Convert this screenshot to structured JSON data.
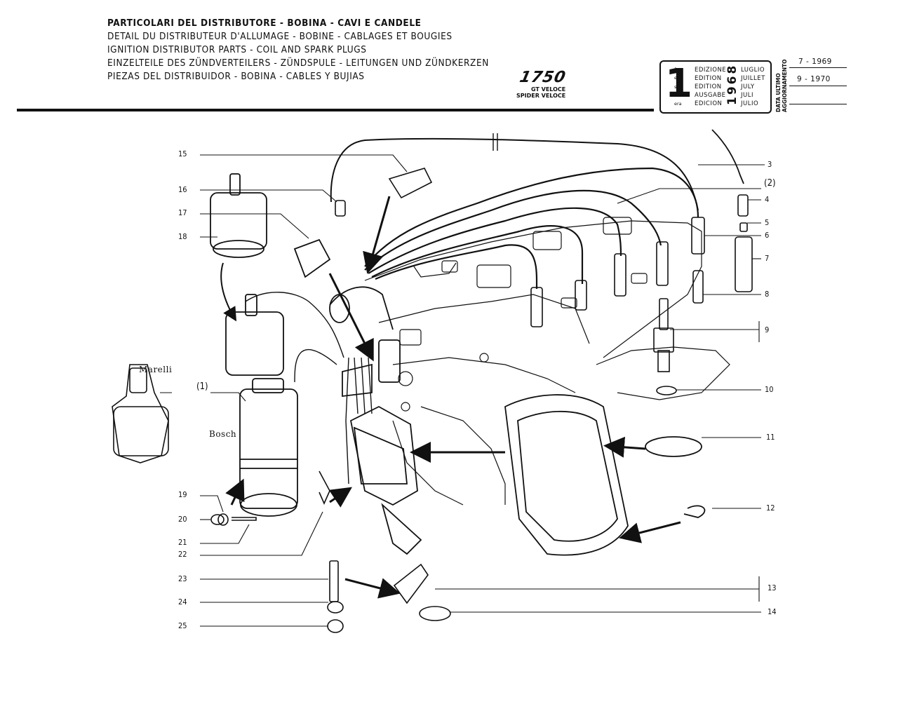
{
  "header": {
    "title_lines": [
      "PARTICOLARI DEL DISTRIBUTORE - BOBINA - CAVI E CANDELE",
      "DETAIL DU DISTRIBUTEUR D'ALLUMAGE - BOBINE - CABLAGES ET BOUGIES",
      "IGNITION DISTRIBUTOR PARTS - COIL AND SPARK PLUGS",
      "EINZELTEILE DES ZÜNDVERTEILERS - ZÜNDSPULE - LEITUNGEN UND ZÜNDKERZEN",
      "PIEZAS DEL DISTRIBUIDOR - BOBINA - CABLES Y BUJIAS"
    ],
    "model": "1750",
    "model_variants": [
      "GT VELOCE",
      "SPIDER VELOCE"
    ]
  },
  "edition_box": {
    "number": "1",
    "suffixes": [
      "a",
      "ere",
      "st",
      ".",
      "era"
    ],
    "words": [
      "EDIZIONE",
      "EDITION",
      "EDITION",
      "AUSGABE",
      "EDICION"
    ],
    "year": "1968",
    "months": [
      "LUGLIO",
      "JUILLET",
      "JULY",
      "JULI",
      "JULIO"
    ]
  },
  "update_box": {
    "label_line1": "DATA ULTIMO",
    "label_line2": "AGGIORNAMENTO",
    "dates": [
      "7 - 1969",
      "9 - 1970"
    ]
  },
  "diagram": {
    "labels": {
      "marelli": "Marelli",
      "bosch": "Bosch",
      "ref_1": "(1)",
      "ref_2": "(2)"
    },
    "part_numbers": {
      "p3": "3",
      "p4": "4",
      "p5": "5",
      "p6": "6",
      "p7": "7",
      "p8": "8",
      "p9": "9",
      "p10": "10",
      "p11": "11",
      "p12": "12",
      "p13": "13",
      "p14": "14",
      "p15": "15",
      "p16": "16",
      "p17": "17",
      "p18": "18",
      "p19": "19",
      "p20": "20",
      "p21": "21",
      "p22": "22",
      "p23": "23",
      "p24": "24",
      "p25": "25"
    }
  }
}
